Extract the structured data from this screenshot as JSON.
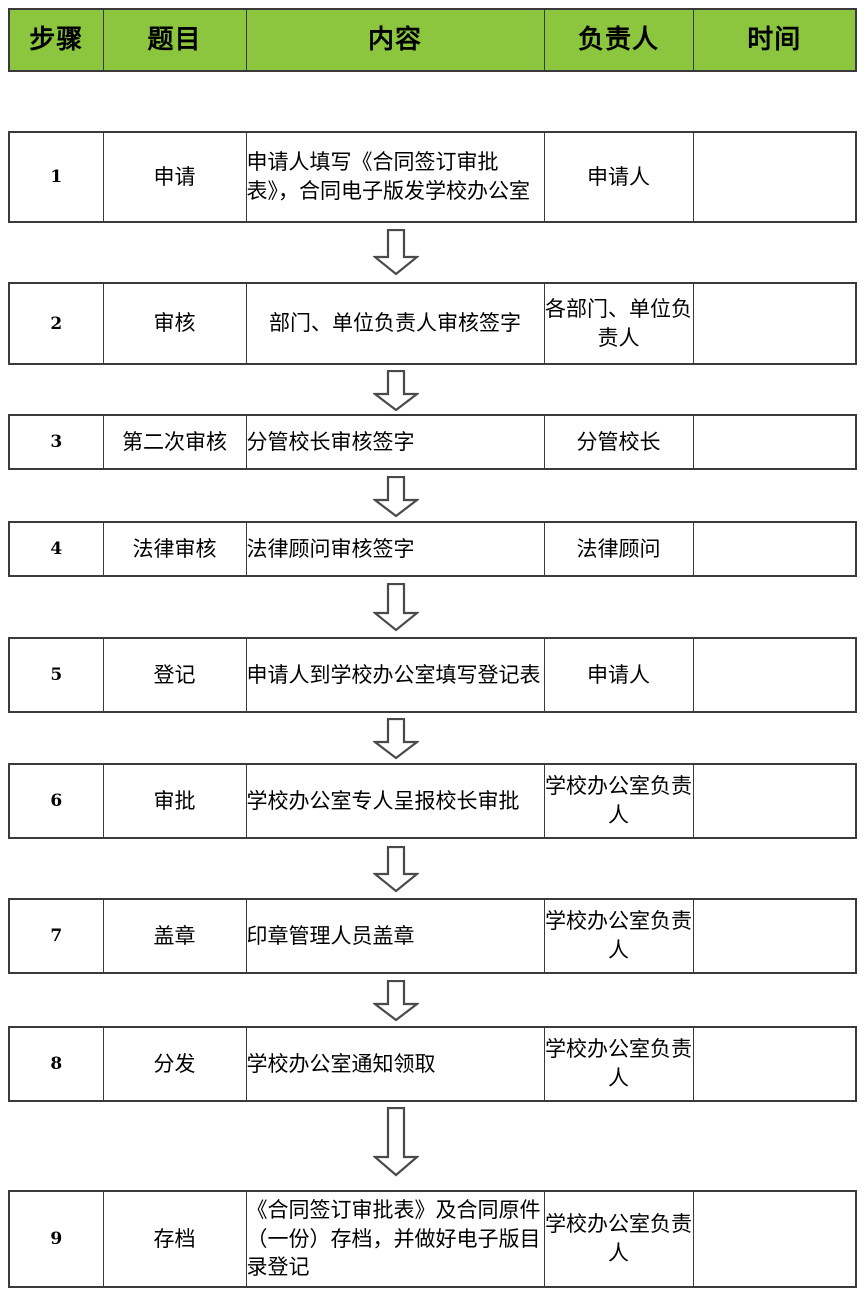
{
  "document": {
    "kind": "process-flow-table",
    "accent_color": "#8CC63E",
    "border_color": "#3A3A3A",
    "background_color": "#FFFFFF"
  },
  "table": {
    "headers": [
      {
        "key": "step",
        "label": "步骤"
      },
      {
        "key": "topic",
        "label": "题目"
      },
      {
        "key": "content",
        "label": "内容"
      },
      {
        "key": "owner",
        "label": "负责人"
      },
      {
        "key": "time",
        "label": "时间"
      }
    ],
    "rows": [
      {
        "step": "1",
        "topic": "申请",
        "content": "申请人填写《合同签订审批表》，合同电子版发学校办公室",
        "owner": "申请人",
        "time": "",
        "content_align": "left"
      },
      {
        "step": "2",
        "topic": "审核",
        "content": "部门、单位负责人审核签字",
        "owner": "各部门、单位负责人",
        "time": "",
        "content_align": "center"
      },
      {
        "step": "3",
        "topic": "第二次审核",
        "content": "分管校长审核签字",
        "owner": "分管校长",
        "time": "",
        "content_align": "left"
      },
      {
        "step": "4",
        "topic": "法律审核",
        "content": "法律顾问审核签字",
        "owner": "法律顾问",
        "time": "",
        "content_align": "left"
      },
      {
        "step": "5",
        "topic": "登记",
        "content": "申请人到学校办公室填写登记表",
        "owner": "申请人",
        "time": "",
        "content_align": "left"
      },
      {
        "step": "6",
        "topic": "审批",
        "content": "学校办公室专人呈报校长审批",
        "owner": "学校办公室负责人",
        "time": "",
        "content_align": "left"
      },
      {
        "step": "7",
        "topic": "盖章",
        "content": "印章管理人员盖章",
        "owner": "学校办公室负责人",
        "time": "",
        "content_align": "left"
      },
      {
        "step": "8",
        "topic": "分发",
        "content": "学校办公室通知领取",
        "owner": "学校办公室负责人",
        "time": "",
        "content_align": "left"
      },
      {
        "step": "9",
        "topic": "存档",
        "content": "《合同签订审批表》及合同原件（一份）存档，并做好电子版目录登记",
        "owner": "学校办公室负责人",
        "time": "",
        "content_align": "left"
      }
    ],
    "connectors": [
      {
        "from": "1",
        "to": "2",
        "glyph": "down-arrow"
      },
      {
        "from": "2",
        "to": "3",
        "glyph": "down-arrow"
      },
      {
        "from": "3",
        "to": "4",
        "glyph": "down-arrow"
      },
      {
        "from": "4",
        "to": "5",
        "glyph": "down-arrow"
      },
      {
        "from": "5",
        "to": "6",
        "glyph": "down-arrow"
      },
      {
        "from": "6",
        "to": "7",
        "glyph": "down-arrow"
      },
      {
        "from": "7",
        "to": "8",
        "glyph": "down-arrow"
      },
      {
        "from": "8",
        "to": "9",
        "glyph": "down-arrow"
      }
    ]
  }
}
